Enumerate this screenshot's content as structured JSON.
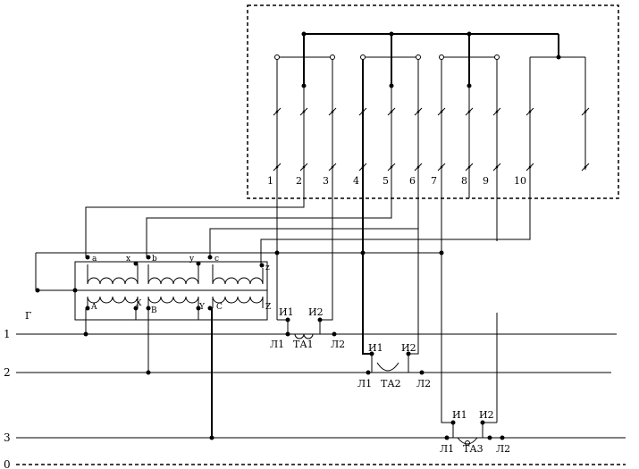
{
  "terminals": [
    "1",
    "2",
    "3",
    "4",
    "5",
    "6",
    "7",
    "8",
    "9",
    "10"
  ],
  "generator_label": "Г",
  "transformer": {
    "secondary": [
      "a",
      "x",
      "b",
      "y",
      "c",
      "z"
    ],
    "primary": [
      "A",
      "X",
      "B",
      "Y",
      "C",
      "Z"
    ]
  },
  "buses": [
    "1",
    "2",
    "3",
    "0"
  ],
  "current_transformers": [
    {
      "name": "ТА1",
      "p1": "Л1",
      "p2": "Л2",
      "s1": "И1",
      "s2": "И2"
    },
    {
      "name": "ТА2",
      "p1": "Л1",
      "p2": "Л2",
      "s1": "И1",
      "s2": "И2"
    },
    {
      "name": "ТА3",
      "p1": "Л1",
      "p2": "Л2",
      "s1": "И1",
      "s2": "И2"
    }
  ]
}
